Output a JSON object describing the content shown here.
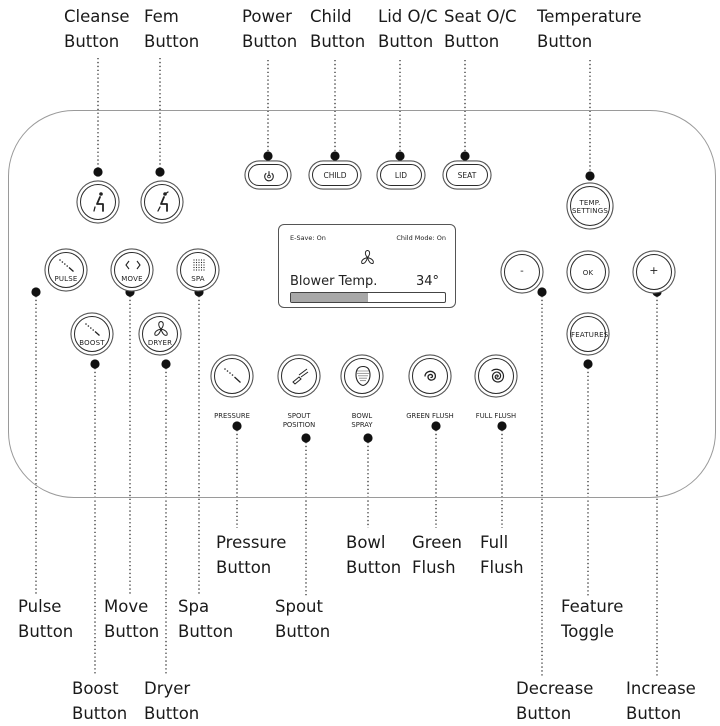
{
  "callouts": {
    "cleanse": [
      "Cleanse",
      "Button"
    ],
    "fem": [
      "Fem",
      "Button"
    ],
    "power": [
      "Power",
      "Button"
    ],
    "child": [
      "Child",
      "Button"
    ],
    "lid": [
      "Lid O/C",
      "Button"
    ],
    "seat": [
      "Seat O/C",
      "Button"
    ],
    "temperature": [
      "Temperature",
      "Button"
    ],
    "pressure": [
      "Pressure",
      "Button"
    ],
    "bowl": [
      "Bowl",
      "Button"
    ],
    "green_flush": [
      "Green",
      "Flush"
    ],
    "full_flush": [
      "Full",
      "Flush"
    ],
    "pulse": [
      "Pulse",
      "Button"
    ],
    "move": [
      "Move",
      "Button"
    ],
    "spa": [
      "Spa",
      "Button"
    ],
    "spout": [
      "Spout",
      "Button"
    ],
    "feature": [
      "Feature",
      "Toggle"
    ],
    "boost": [
      "Boost",
      "Button"
    ],
    "dryer": [
      "Dryer",
      "Button"
    ],
    "decrease": [
      "Decrease",
      "Button"
    ],
    "increase": [
      "Increase",
      "Button"
    ]
  },
  "buttons": {
    "child": "CHILD",
    "lid": "LID",
    "seat": "SEAT",
    "temp_line1": "TEMP.",
    "temp_line2": "SETTINGS",
    "pulse": "PULSE",
    "move": "MOVE",
    "spa": "SPA",
    "boost": "BOOST",
    "dryer": "DRYER",
    "decrease": "-",
    "ok": "OK",
    "increase": "+",
    "features": "FEATURES"
  },
  "under_labels": {
    "pressure": "PRESSURE",
    "spout_line1": "SPOUT",
    "spout_line2": "POSITION",
    "bowl_line1": "BOWL",
    "bowl_line2": "SPRAY",
    "green_flush": "GREEN FLUSH",
    "full_flush": "FULL FLUSH"
  },
  "display": {
    "e_save": "E-Save: On",
    "child_mode": "Child Mode: On",
    "setting": "Blower Temp.",
    "value": "34°",
    "level": 0.5
  },
  "icons": {
    "cleanse": "rear-wash-person-icon",
    "fem": "front-wash-person-icon",
    "power": "power-icon",
    "move": "move-arrows-icon",
    "spa": "spa-dots-icon",
    "dryer": "fan-icon",
    "pressure": "pressure-spray-icon",
    "spout": "spout-position-icon",
    "bowl": "bowl-spray-icon",
    "green_flush": "swirl-icon",
    "full_flush": "spiral-icon",
    "display": "fan-icon"
  }
}
